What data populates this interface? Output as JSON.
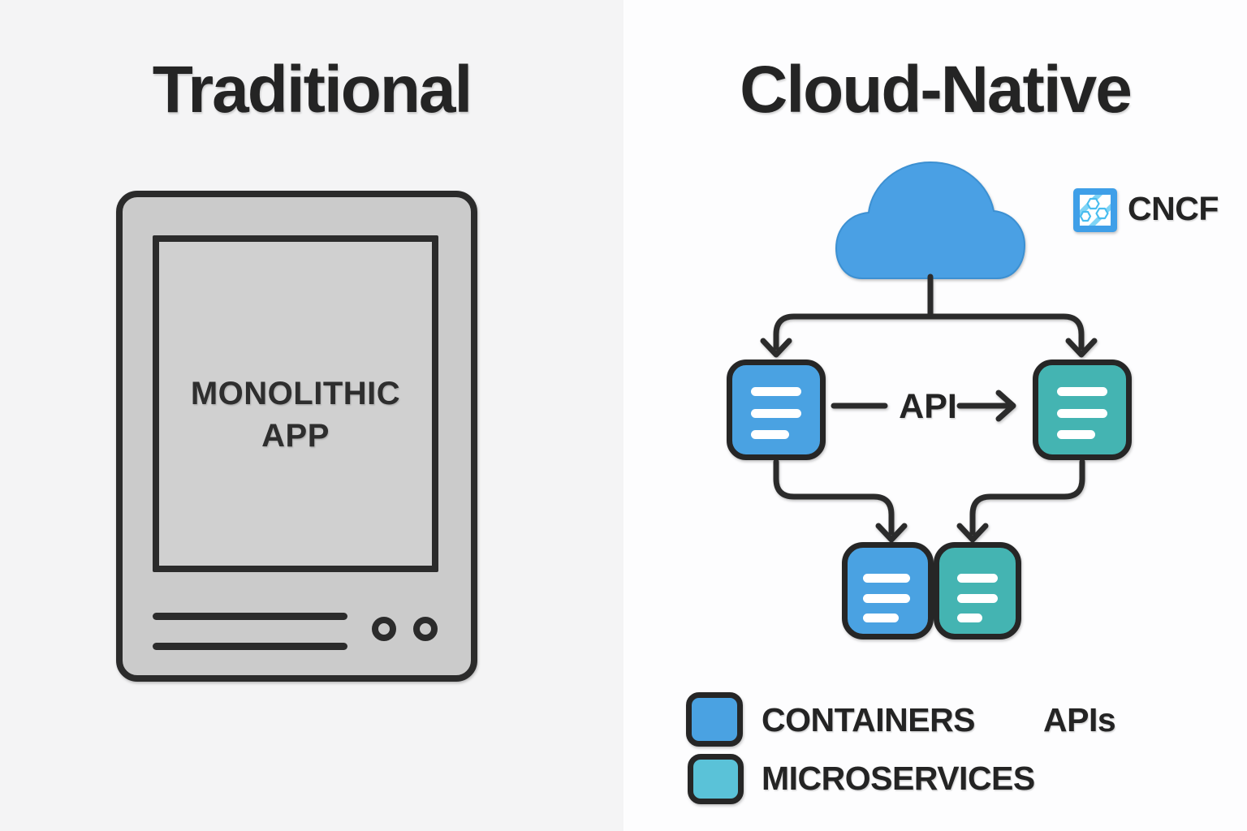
{
  "traditional": {
    "title": "Traditional",
    "device_label_line1": "MONOLITHIC",
    "device_label_line2": "APP"
  },
  "cloud_native": {
    "title": "Cloud-Native",
    "cncf_label": "CNCF",
    "api_label": "API"
  },
  "legend": {
    "containers": "CONTAINERS",
    "microservices": "MICROSERVICES",
    "apis": "APIs"
  },
  "icons": {
    "cloud": "cloud-icon",
    "cncf_logo": "cncf-logo-icon",
    "container_box": "container-icon",
    "microservice_box": "microservice-icon",
    "device_button": "device-button-icon",
    "arrow_down": "arrow-down-icon",
    "arrow_right": "arrow-right-icon"
  },
  "colors": {
    "bg-left": "#f4f4f5",
    "bg-right": "#fdfdfe",
    "ink": "#2b2b2b",
    "title": "#242424",
    "device-fill": "#cbcbcb",
    "screen-fill": "#d0d0d0",
    "cloud-blue": "#4aa0e4",
    "container-blue": "#4aa2e2",
    "microservice-teal": "#44b4b2",
    "legend-cyan": "#5ac2d8",
    "cncf-blue": "#3f9fe8",
    "cncf-pattern": "#7fd4f6",
    "line-white": "#ffffff"
  }
}
